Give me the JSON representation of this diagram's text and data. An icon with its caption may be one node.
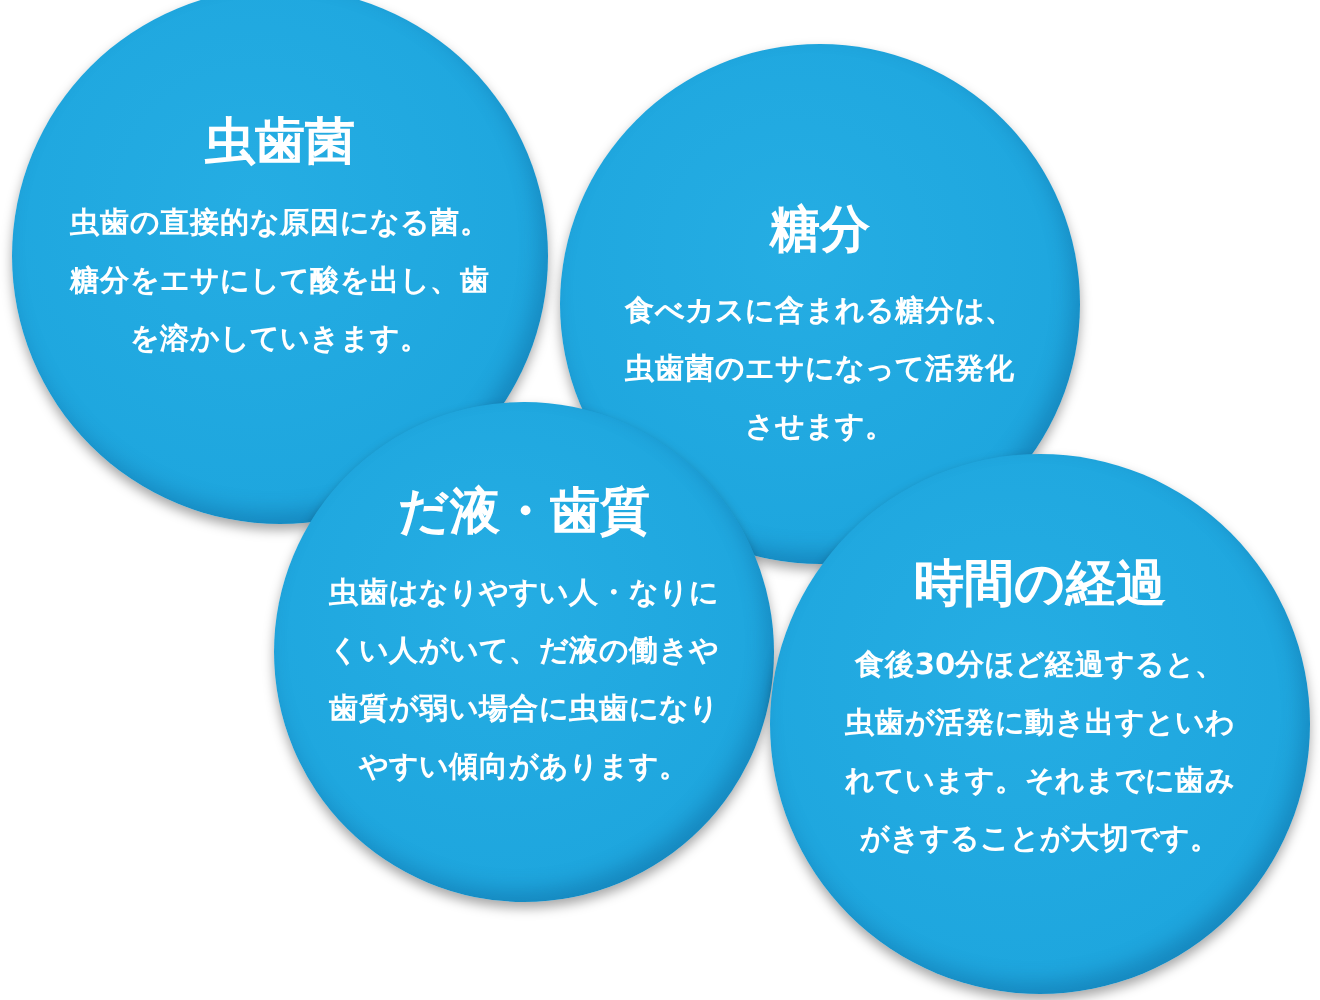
{
  "diagram": {
    "nodes": [
      {
        "text": [
          "虫歯菌",
          "虫歯の直接的な原因になる菌。糖分をエサにして酸を出し、歯を溶かしていきます。"
        ]
      },
      {
        "text": [
          "糖分",
          "食べカスに含まれる糖分は、虫歯菌のエサになって活発化させます。"
        ]
      },
      {
        "text": [
          "だ液・歯質",
          "虫歯はなりやすい人・なりにくい人がいて、だ液の働きや歯質が弱い場合に虫歯になりやすい傾向があります。"
        ]
      },
      {
        "text": [
          "時間の経過",
          "食後30分ほど経過すると、虫歯が活発に動き出すといわれています。それまでに歯みがきすることが大切です。"
        ]
      }
    ]
  }
}
